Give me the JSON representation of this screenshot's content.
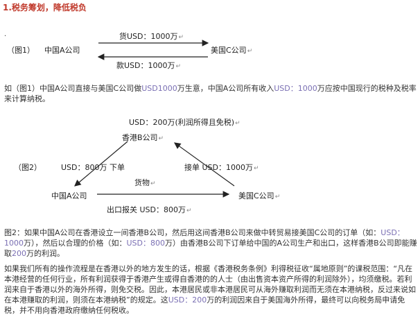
{
  "title": "1.税务筹划，降低税负",
  "dot": ".",
  "figure1": {
    "fig_label": "（图1）",
    "left_party": "中国A公司",
    "right_party": "美国C公司",
    "top_arrow_label": "货USD：1000万",
    "bottom_arrow_label": "款USD：1000万",
    "return_mark": "↵"
  },
  "paragraph1": {
    "part1": "如（图1）中国A公司直接与美国C公司做",
    "amount1": "USD1000",
    "part2": "万生意，中国A公司所有收入",
    "amount2": "USD：1000",
    "part3": "万应按中国现行的税种及税率来计算纳税。"
  },
  "figure2": {
    "fig_label": "（图2）",
    "top_note": "USD：200万(利润所得且免税)",
    "hk_party": "香港B公司",
    "left_party": "中国A公司",
    "right_party": "美国C公司",
    "left_edge_label": "USD：800万  下单",
    "right_edge_label": "接单  USD：1000万",
    "goods_label": "货物",
    "bottom_label": "出口报关 USD：800万",
    "return_mark": "↵"
  },
  "paragraph2": {
    "part1": "图2：如果中国A公司在香港设立一间香港B公司，然后用这间香港B公司来做中转贸易接美国C公司的订单（如：",
    "amount1": "USD：1000",
    "part2": "万），然后以合理的价格（如：",
    "amount2": "USD：800",
    "part3": "万）由香港B公司下订单给中国的A公司生产和出口，这样香港B公司即能赚取",
    "amount3": "200",
    "part4": "万的利润。"
  },
  "paragraph3": {
    "part1": "如果我们所有的操作流程是在香港以外的地方发生的话，根据《香港税务条例》利得税征收“属地原则”的课税范围：“凡在本港经营的任何行业，所有利润获得于香港产生或得自香港的的人士（由出售资本资产所得的利润除外），均须缴税。若利润来自于香港以外的海外所得，则免交税。因此，本港居民或非本港居民可从海外赚取利润而无须在本港纳税，反过来说如在本港赚取的利润，则须在本港纳税”的规定。这",
    "amount1": "USD：200",
    "part2": "万的利润因来自于美国海外所得，最终可以向税务局申请免税，并不用向香港政府缴纳任何税收。"
  }
}
